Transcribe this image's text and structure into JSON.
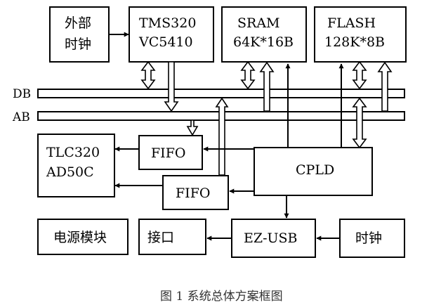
{
  "diagram": {
    "blocks": {
      "ext_clock": [
        "外部",
        "时钟"
      ],
      "dsp": [
        "TMS320",
        "VC5410"
      ],
      "sram": [
        "SRAM",
        "64K*16B"
      ],
      "flash": [
        "FLASH",
        "128K*8B"
      ],
      "codec": [
        "TLC320",
        "AD50C"
      ],
      "fifo_top": "FIFO",
      "fifo_bottom": "FIFO",
      "cpld": "CPLD",
      "power": "电源模块",
      "interface": "接口",
      "ezusb": "EZ-USB",
      "clock": "时钟"
    },
    "buses": {
      "data": "DB",
      "address": "AB"
    },
    "caption": "图 1    系统总体方案框图"
  }
}
